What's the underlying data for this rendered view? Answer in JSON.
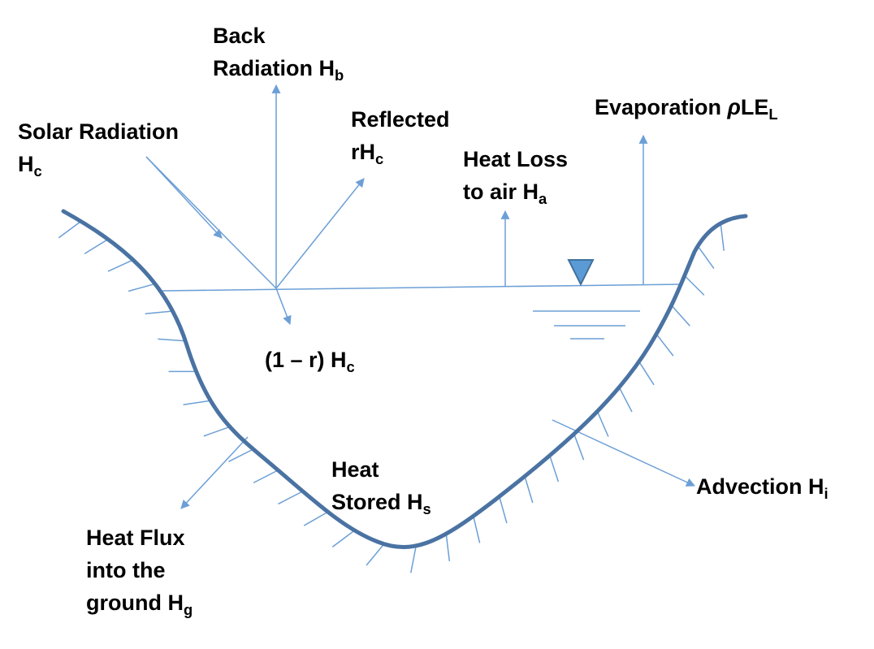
{
  "colors": {
    "ground": "#4a73a3",
    "arrows": "#6c9fd6",
    "water_marker": "#5b9bd5",
    "text": "#000000"
  },
  "labels": {
    "back_radiation": {
      "line1": "Back",
      "line2": "Radiation H",
      "sub": "b"
    },
    "solar_radiation": {
      "line1": "Solar Radiation",
      "line2": "H",
      "sub": "c"
    },
    "reflected": {
      "line1": "Reflected",
      "line2": "rH",
      "sub": "c"
    },
    "heat_loss": {
      "line1": "Heat Loss",
      "line2": "to air H",
      "sub": "a"
    },
    "evaporation": {
      "text": "Evaporation ",
      "rho": "ρ",
      "text2": "LE",
      "sub": "L"
    },
    "transmitted": {
      "text": "(1 – r) H",
      "sub": "c"
    },
    "heat_stored": {
      "line1": "Heat",
      "line2": "Stored H",
      "sub": "s"
    },
    "advection": {
      "text": "Advection H",
      "sub": "i"
    },
    "heat_flux": {
      "line1": "Heat Flux",
      "line2": "into the",
      "line3": "ground H",
      "sub": "g"
    }
  }
}
